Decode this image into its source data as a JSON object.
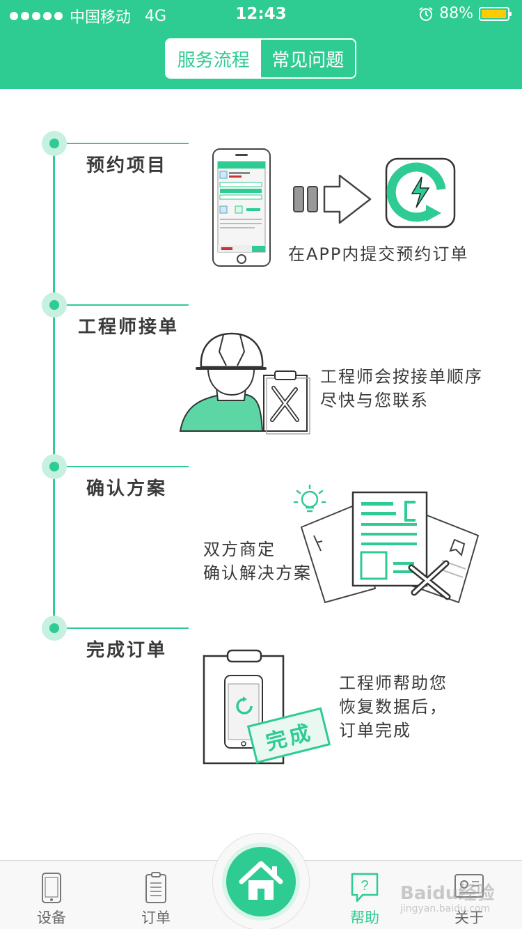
{
  "status_bar": {
    "carrier": "中国移动",
    "network": "4G",
    "time": "12:43",
    "battery": "88%"
  },
  "header": {
    "segments": [
      {
        "label": "服务流程",
        "active": true
      },
      {
        "label": "常见问题",
        "active": false
      }
    ]
  },
  "steps": [
    {
      "title": "预约项目",
      "caption_lines": [
        "在APP内提交预约订单"
      ]
    },
    {
      "title": "工程师接单",
      "caption_lines": [
        "工程师会按接单顺序",
        "尽快与您联系"
      ]
    },
    {
      "title": "确认方案",
      "caption_lines": [
        "双方商定",
        "确认解决方案"
      ]
    },
    {
      "title": "完成订单",
      "caption_lines": [
        "工程师帮助您",
        "恢复数据后，",
        "订单完成"
      ]
    }
  ],
  "illustrations": {
    "done_stamp": "完成"
  },
  "tabbar": {
    "tabs": [
      {
        "label": "设备",
        "icon": "phone-icon"
      },
      {
        "label": "订单",
        "icon": "clipboard-icon"
      },
      {
        "label": "帮助",
        "icon": "help-icon",
        "active": true
      },
      {
        "label": "关于",
        "icon": "about-icon"
      }
    ]
  },
  "watermark": {
    "brand": "Baidu经验",
    "url": "jingyan.baidu.com"
  },
  "colors": {
    "accent": "#2ecb92",
    "accent_light": "#c6f0df",
    "battery": "#ffcc00"
  }
}
